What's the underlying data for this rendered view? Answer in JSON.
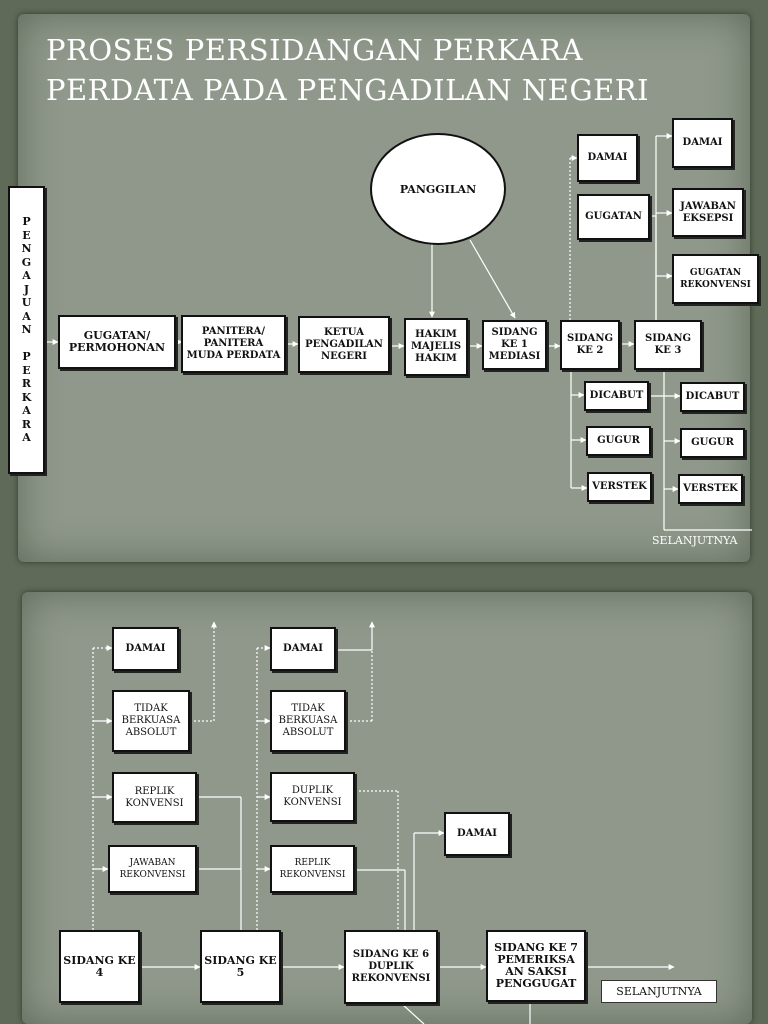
{
  "title": "PROSES PERSIDANGAN PERKARA PERDATA PADA PENGADILAN NEGERI",
  "top": {
    "pengajuan": [
      "P",
      "E",
      "N",
      "G",
      "A",
      "J",
      "U",
      "A",
      "N",
      " ",
      "P",
      "E",
      "R",
      "K",
      "A",
      "R",
      "A"
    ],
    "gugatan": "GUGATAN/ PERMOHONAN",
    "panitera": "PANITERA/ PANITERA MUDA PERDATA",
    "ketua": "KETUA PENGADILAN NEGERI",
    "hakim": "HAKIM MAJELIS HAKIM",
    "panggilan": "PANGGILAN",
    "sidang1": "SIDANG KE 1 MEDIASI",
    "sidang2": "SIDANG KE 2",
    "sidang3": "SIDANG KE 3",
    "damai_a": "DAMAI",
    "gugatan_a": "GUGATAN",
    "damai_b": "DAMAI",
    "jawaban_eksepsi": "JAWABAN EKSEPSI",
    "gugatan_rekonvensi": "GUGATAN REKONVENSI",
    "dicabut_a": "DICABUT",
    "gugur_a": "GUGUR",
    "verstek_a": "VERSTEK",
    "dicabut_b": "DICABUT",
    "gugur_b": "GUGUR",
    "verstek_b": "VERSTEK",
    "selanjutnya": "SELANJUTNYA"
  },
  "bottom": {
    "damai_1": "DAMAI",
    "tidak_1": "TIDAK BERKUASA ABSOLUT",
    "replik_konvensi": "REPLIK KONVENSI",
    "jawaban_rekonvensi": "JAWABAN REKONVENSI",
    "damai_2": "DAMAI",
    "tidak_2": "TIDAK BERKUASA ABSOLUT",
    "duplik_konvensi": "DUPLIK KONVENSI",
    "replik_rekonvensi": "REPLIK REKONVENSI",
    "damai_3": "DAMAI",
    "sidang4": "SIDANG KE 4",
    "sidang5": "SIDANG KE 5",
    "sidang6": "SIDANG KE 6 DUPLIK REKONVENSI",
    "sidang7": "SIDANG KE 7 PEMERIKSA AN SAKSI PENGGUGAT",
    "selanjutnya": "SELANJUTNYA"
  }
}
